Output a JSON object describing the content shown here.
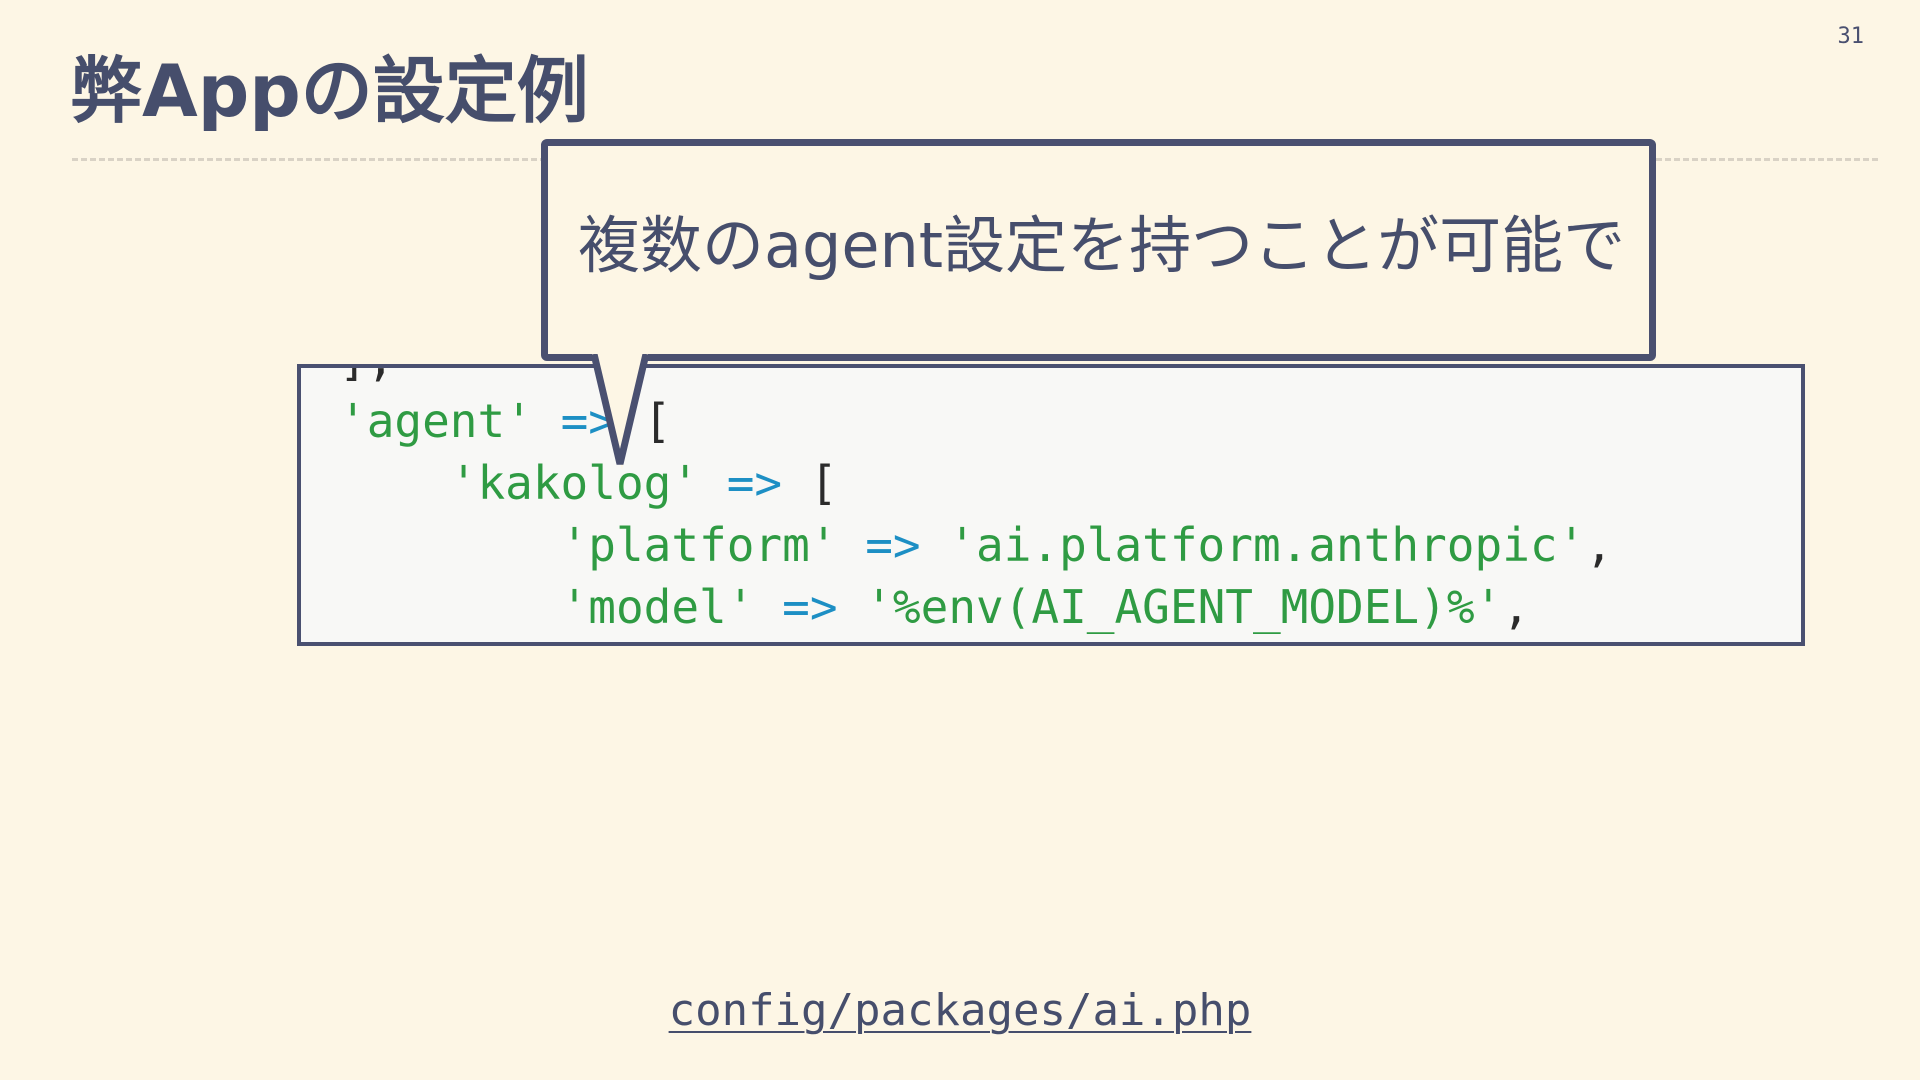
{
  "slide": {
    "number": "31",
    "title": "弊Appの設定例"
  },
  "callout": {
    "text": "複数のagent設定を持つことが可能で"
  },
  "code": {
    "lines": [
      [
        {
          "t": "],",
          "k": "punc"
        }
      ],
      [
        {
          "t": "'agent'",
          "k": "str"
        },
        {
          "t": " ",
          "k": "punc"
        },
        {
          "t": "=>",
          "k": "op"
        },
        {
          "t": " [",
          "k": "punc"
        }
      ],
      [
        {
          "t": "    ",
          "k": "punc"
        },
        {
          "t": "'kakolog'",
          "k": "str"
        },
        {
          "t": " ",
          "k": "punc"
        },
        {
          "t": "=>",
          "k": "op"
        },
        {
          "t": " [",
          "k": "punc"
        }
      ],
      [
        {
          "t": "        ",
          "k": "punc"
        },
        {
          "t": "'platform'",
          "k": "str"
        },
        {
          "t": " ",
          "k": "punc"
        },
        {
          "t": "=>",
          "k": "op"
        },
        {
          "t": " ",
          "k": "punc"
        },
        {
          "t": "'ai.platform.anthropic'",
          "k": "str"
        },
        {
          "t": ",",
          "k": "punc"
        }
      ],
      [
        {
          "t": "        ",
          "k": "punc"
        },
        {
          "t": "'model'",
          "k": "str"
        },
        {
          "t": " ",
          "k": "punc"
        },
        {
          "t": "=>",
          "k": "op"
        },
        {
          "t": " ",
          "k": "punc"
        },
        {
          "t": "'%env(AI_AGENT_MODEL)%'",
          "k": "str"
        },
        {
          "t": ",",
          "k": "punc"
        }
      ]
    ]
  },
  "source_file": {
    "label": "config/packages/ai.php"
  }
}
